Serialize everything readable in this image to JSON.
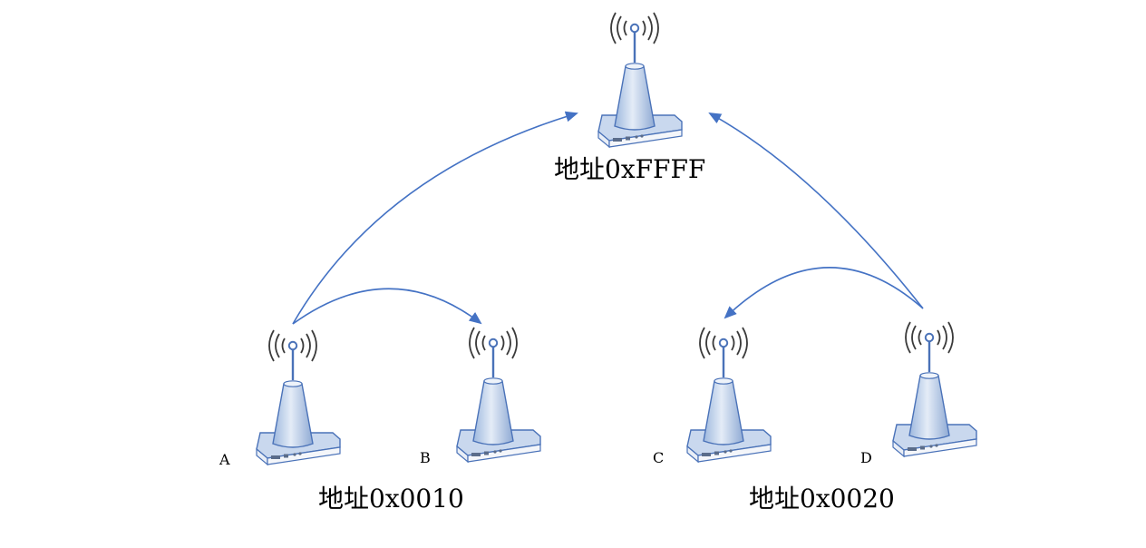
{
  "colors": {
    "arrow": "#4472C4",
    "tower_fill": "#D6E3F3",
    "tower_edge": "#4A72B8",
    "wave": "#3a3a3a"
  },
  "icons": {
    "node": "wireless-router-icon"
  },
  "labels": {
    "root_address": "地址0xFFFF",
    "group_left_address": "地址0x0010",
    "group_right_address": "地址0x0020"
  },
  "nodes": [
    {
      "id": "A",
      "label": "A"
    },
    {
      "id": "B",
      "label": "B"
    },
    {
      "id": "C",
      "label": "C"
    },
    {
      "id": "D",
      "label": "D"
    }
  ],
  "edges": [
    {
      "from": "A",
      "to": "root"
    },
    {
      "from": "A",
      "to": "B"
    },
    {
      "from": "D",
      "to": "root"
    },
    {
      "from": "D",
      "to": "C"
    }
  ]
}
